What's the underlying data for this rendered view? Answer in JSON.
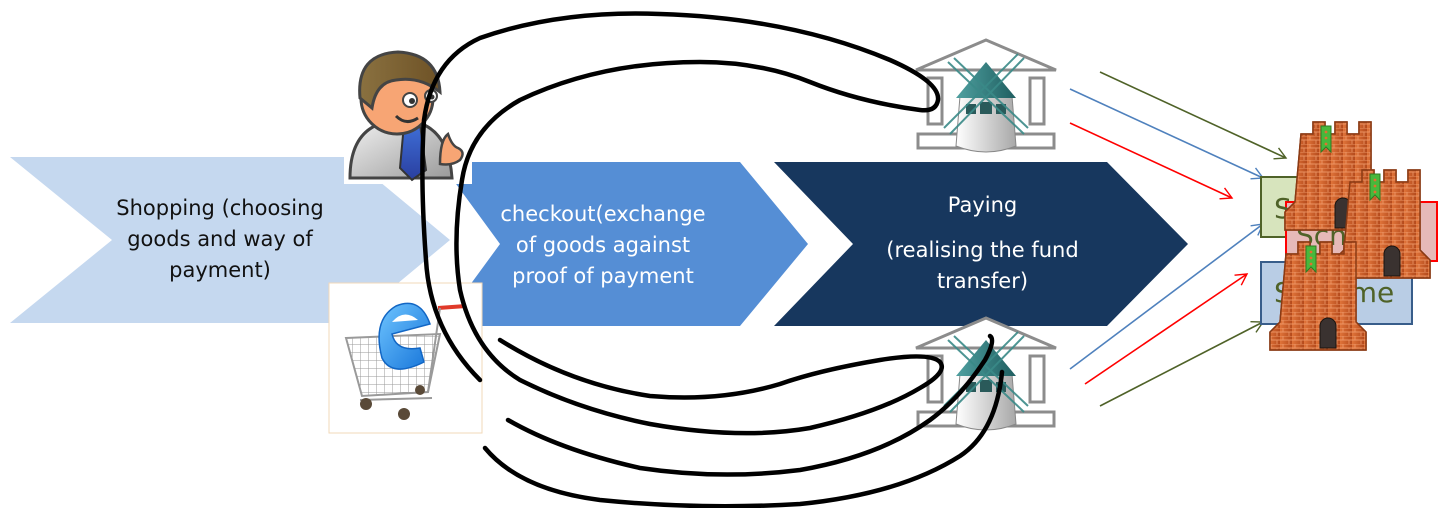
{
  "diagram": {
    "title": "",
    "steps": [
      {
        "id": "shopping",
        "lines": [
          "Shopping (choosing",
          "goods and  way of",
          "payment)"
        ],
        "fill": "#c5d8ef",
        "text_color": "#111111"
      },
      {
        "id": "checkout",
        "lines": [
          "checkout(exchange",
          "of goods against",
          "proof of payment"
        ],
        "fill": "#558ed5",
        "text_color": "#ffffff"
      },
      {
        "id": "paying",
        "title": "Paying",
        "lines": [
          "(realising the fund",
          "transfer)"
        ],
        "fill": "#17375e",
        "text_color": "#ffffff"
      }
    ],
    "actors": {
      "customer": {
        "icon": "businessman-icon"
      },
      "eshop": {
        "icon": "shopping-cart-icon"
      },
      "bank_top": {
        "icon": "bank-windmill-icon"
      },
      "bank_bottom": {
        "icon": "bank-windmill-icon"
      }
    },
    "schemes": [
      {
        "label": "S",
        "fill": "#d7e4bd",
        "border": "#4f6228"
      },
      {
        "label": "Sch",
        "fill": "#e6b9b8",
        "border": "#ff0000"
      },
      {
        "label": "S",
        "label_suffix": "me",
        "fill": "#b9cde5",
        "border": "#385d8a"
      }
    ],
    "scheme_icon": "castle-tower-icon",
    "arrow_colors": {
      "green": "#4f6228",
      "blue": "#4f81bd",
      "red": "#ff0000"
    },
    "loop_color": "#000000"
  }
}
